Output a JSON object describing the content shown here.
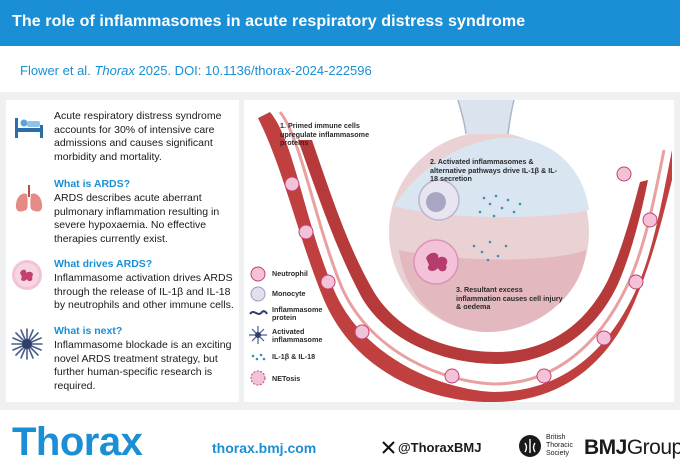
{
  "header": {
    "title": "The role of inflammasomes in acute respiratory distress syndrome"
  },
  "citation": {
    "authors": "Flower et al.",
    "journal": "Thorax",
    "rest": "2025. DOI: 10.1136/thorax-2024-222596"
  },
  "sections": [
    {
      "icon": "hospital-bed-icon",
      "heading": "",
      "text": "Acute respiratory distress syndrome accounts for 30% of intensive care admissions and causes significant morbidity and mortality."
    },
    {
      "icon": "lungs-icon",
      "heading": "What is ARDS?",
      "text": "ARDS describes acute aberrant pulmonary inflammation resulting in severe hypoxaemia. No effective therapies currently exist."
    },
    {
      "icon": "neutrophil-icon",
      "heading": "What drives ARDS?",
      "text": "Inflammasome activation drives ARDS through the release of IL-1β and IL-18 by neutrophils and other immune cells."
    },
    {
      "icon": "activated-inflammasome-icon",
      "heading": "What is next?",
      "text": "Inflammasome blockade is an exciting novel ARDS treatment strategy, but further human-specific research is required."
    }
  ],
  "diagram": {
    "labels": [
      "1. Primed immune cells upregulate inflammasome proteins",
      "2. Activated inflammasomes & alternative pathways drive IL-1β & IL-18 secretion",
      "3. Resultant excess inflammation causes cell injury & oedema"
    ],
    "legend": [
      "Neutrophil",
      "Monocyte",
      "Inflammasome protein",
      "Activated inflammasome",
      "IL-1β & IL-18",
      "NETosis"
    ]
  },
  "footer": {
    "brand": "Thorax",
    "url": "thorax.bmj.com",
    "x_handle": "@ThoraxBMJ",
    "society": [
      "British",
      "Thoracic",
      "Society"
    ],
    "group_bold": "BMJ",
    "group_rest": "Group"
  },
  "colors": {
    "accent": "#1a8fd6",
    "vessel": "#b8383b",
    "alveolus": "#e8c4c4",
    "neutrophil": "#f2b6cf"
  }
}
